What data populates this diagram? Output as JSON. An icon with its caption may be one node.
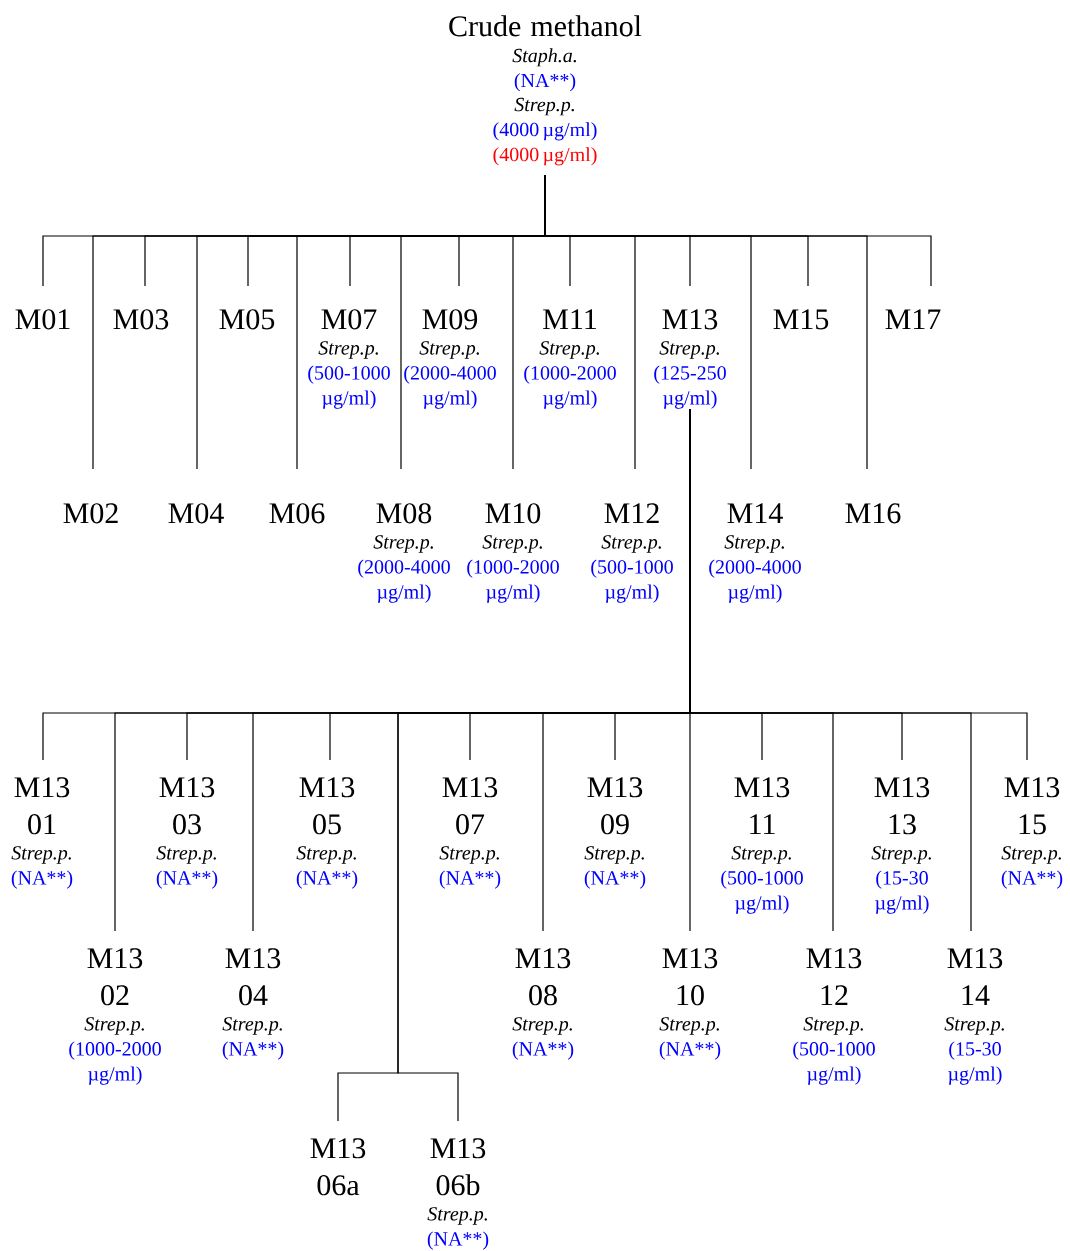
{
  "diagram": {
    "nodes": [
      {
        "text": [
          "Crude methanol",
          "Staph.a.",
          "(NA**)",
          "Strep.p.",
          "(4000 µg/ml)",
          "(4000 µg/ml)"
        ]
      },
      {
        "text": [
          "M01"
        ]
      },
      {
        "text": [
          "M02"
        ]
      },
      {
        "text": [
          "M03"
        ]
      },
      {
        "text": [
          "M04"
        ]
      },
      {
        "text": [
          "M05"
        ]
      },
      {
        "text": [
          "M06"
        ]
      },
      {
        "text": [
          "M07",
          "Strep.p.",
          "(500-1000 µg/ml)"
        ]
      },
      {
        "text": [
          "M08",
          "Strep.p.",
          "(2000-4000 µg/ml)"
        ]
      },
      {
        "text": [
          "M09",
          "Strep.p.",
          "(2000-4000 µg/ml)"
        ]
      },
      {
        "text": [
          "M10",
          "Strep.p.",
          "(1000-2000 µg/ml)"
        ]
      },
      {
        "text": [
          "M11",
          "Strep.p.",
          "(1000-2000 µg/ml)"
        ]
      },
      {
        "text": [
          "M12",
          "Strep.p.",
          "(500-1000 µg/ml)"
        ]
      },
      {
        "text": [
          "M13",
          "Strep.p.",
          "(125-250 µg/ml)"
        ]
      },
      {
        "text": [
          "M14",
          "Strep.p.",
          "(2000-4000 µg/ml)"
        ]
      },
      {
        "text": [
          "M15"
        ]
      },
      {
        "text": [
          "M16"
        ]
      },
      {
        "text": [
          "M17"
        ]
      },
      {
        "text": [
          "M13 01",
          "Strep.p.",
          "(NA**)"
        ]
      },
      {
        "text": [
          "M13 02",
          "Strep.p.",
          "(1000-2000 µg/ml)"
        ]
      },
      {
        "text": [
          "M13 03",
          "Strep.p.",
          "(NA**)"
        ]
      },
      {
        "text": [
          "M13 04",
          "Strep.p.",
          "(NA**)"
        ]
      },
      {
        "text": [
          "M13 05",
          "Strep.p.",
          "(NA**)"
        ]
      },
      {
        "text": [
          "M13 06a"
        ]
      },
      {
        "text": [
          "M13 06b",
          "Strep.p.",
          "(NA**)"
        ]
      },
      {
        "text": [
          "M13 07",
          "Strep.p.",
          "(NA**)"
        ]
      },
      {
        "text": [
          "M13 08",
          "Strep.p.",
          "(NA**)"
        ]
      },
      {
        "text": [
          "M13 09",
          "Strep.p.",
          "(NA**)"
        ]
      },
      {
        "text": [
          "M13 10",
          "Strep.p.",
          "(NA**)"
        ]
      },
      {
        "text": [
          "M13 11",
          "Strep.p.",
          "(500-1000 µg/ml)"
        ]
      },
      {
        "text": [
          "M13 12",
          "Strep.p.",
          "(500-1000 µg/ml)"
        ]
      },
      {
        "text": [
          "M13 13",
          "Strep.p.",
          "(15-30 µg/ml)"
        ]
      },
      {
        "text": [
          "M13 14",
          "Strep.p.",
          "(15-30 µg/ml)"
        ]
      },
      {
        "text": [
          "M13 15",
          "Strep.p.",
          "(NA**)"
        ]
      }
    ],
    "edges": [
      {
        "from": 0,
        "to": 1,
        "arrow": "none"
      },
      {
        "from": 0,
        "to": 2,
        "arrow": "none"
      },
      {
        "from": 0,
        "to": 3,
        "arrow": "none"
      },
      {
        "from": 0,
        "to": 4,
        "arrow": "none"
      },
      {
        "from": 0,
        "to": 5,
        "arrow": "none"
      },
      {
        "from": 0,
        "to": 6,
        "arrow": "none"
      },
      {
        "from": 0,
        "to": 7,
        "arrow": "none"
      },
      {
        "from": 0,
        "to": 8,
        "arrow": "none"
      },
      {
        "from": 0,
        "to": 9,
        "arrow": "none"
      },
      {
        "from": 0,
        "to": 10,
        "arrow": "none"
      },
      {
        "from": 0,
        "to": 11,
        "arrow": "none"
      },
      {
        "from": 0,
        "to": 12,
        "arrow": "none"
      },
      {
        "from": 0,
        "to": 13,
        "arrow": "none"
      },
      {
        "from": 0,
        "to": 14,
        "arrow": "none"
      },
      {
        "from": 0,
        "to": 15,
        "arrow": "none"
      },
      {
        "from": 0,
        "to": 16,
        "arrow": "none"
      },
      {
        "from": 0,
        "to": 17,
        "arrow": "none"
      },
      {
        "from": 13,
        "to": 18,
        "arrow": "none"
      },
      {
        "from": 13,
        "to": 19,
        "arrow": "none"
      },
      {
        "from": 13,
        "to": 20,
        "arrow": "none"
      },
      {
        "from": 13,
        "to": 21,
        "arrow": "none"
      },
      {
        "from": 13,
        "to": 22,
        "arrow": "none"
      },
      {
        "from": 13,
        "to": 23,
        "arrow": "none"
      },
      {
        "from": 13,
        "to": 24,
        "arrow": "none"
      },
      {
        "from": 13,
        "to": 25,
        "arrow": "none"
      },
      {
        "from": 13,
        "to": 26,
        "arrow": "none"
      },
      {
        "from": 13,
        "to": 27,
        "arrow": "none"
      },
      {
        "from": 13,
        "to": 28,
        "arrow": "none"
      },
      {
        "from": 13,
        "to": 29,
        "arrow": "none"
      },
      {
        "from": 13,
        "to": 30,
        "arrow": "none"
      },
      {
        "from": 13,
        "to": 31,
        "arrow": "none"
      },
      {
        "from": 13,
        "to": 32,
        "arrow": "none"
      },
      {
        "from": 13,
        "to": 33,
        "arrow": "none"
      }
    ]
  }
}
